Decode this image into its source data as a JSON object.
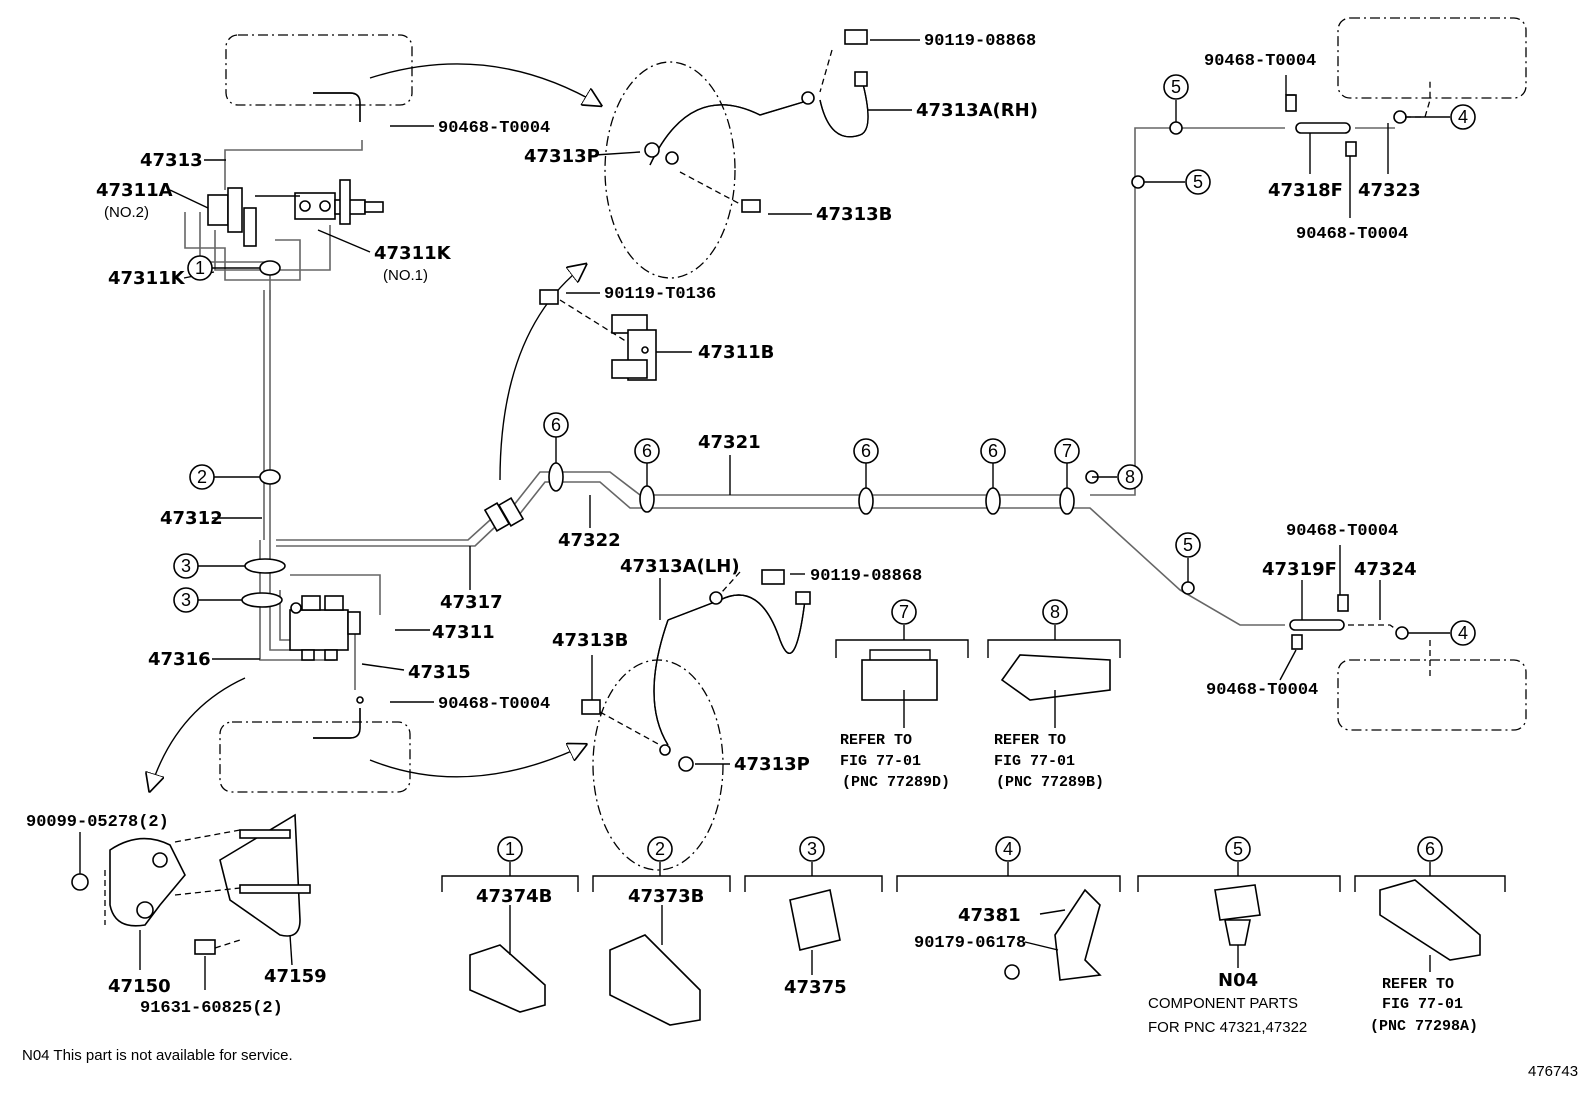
{
  "parts": {
    "p90119_08868_top": "90119-08868",
    "p47313A_RH": "47313A(RH)",
    "p47313P_top": "47313P",
    "p47313B_top": "47313B",
    "p90468_T0004_a": "90468-T0004",
    "p47313": "47313",
    "p47311A": "47311A",
    "no2": "(NO.2)",
    "p47311K_r": "47311K",
    "no1": "(NO.1)",
    "p47311K_l": "47311K",
    "p90119_T0136": "90119-T0136",
    "p47311B": "47311B",
    "p47321": "47321",
    "p47312": "47312",
    "p47322": "47322",
    "p47317": "47317",
    "p47311": "47311",
    "p47316": "47316",
    "p47315": "47315",
    "p90468_T0004_b": "90468-T0004",
    "p47313A_LH": "47313A(LH)",
    "p90119_08868_mid": "90119-08868",
    "p47313B_mid": "47313B",
    "p47313P_mid": "47313P",
    "p90099": "90099-05278(2)",
    "p47150": "47150",
    "p47159": "47159",
    "p91631": "91631-60825(2)",
    "p90468_T0004_c": "90468-T0004",
    "p47318F": "47318F",
    "p47323": "47323",
    "p90468_T0004_d": "90468-T0004",
    "p90468_T0004_e": "90468-T0004",
    "p47319F": "47319F",
    "p47324": "47324",
    "p90468_T0004_f": "90468-T0004"
  },
  "callouts": [
    "1",
    "2",
    "3",
    "4",
    "5",
    "6",
    "7",
    "8"
  ],
  "legend": {
    "c1_part": "47374B",
    "c2_part": "47373B",
    "c3_part": "47375",
    "c4_part": "47381",
    "c4_bolt": "90179-06178",
    "c5_part": "N04",
    "c5_line1": "COMPONENT PARTS",
    "c5_line2": "FOR PNC 47321,47322",
    "c6_ref1": "REFER TO",
    "c6_ref2": "FIG 77-01",
    "c6_ref3": "(PNC 77298A)",
    "c7_ref1": "REFER TO",
    "c7_ref2": "FIG 77-01",
    "c7_ref3": "(PNC 77289D)",
    "c8_ref1": "REFER TO",
    "c8_ref2": "FIG 77-01",
    "c8_ref3": "(PNC 77289B)"
  },
  "footer": {
    "note": "N04 This part is not available for service.",
    "diagram_id": "476743"
  }
}
